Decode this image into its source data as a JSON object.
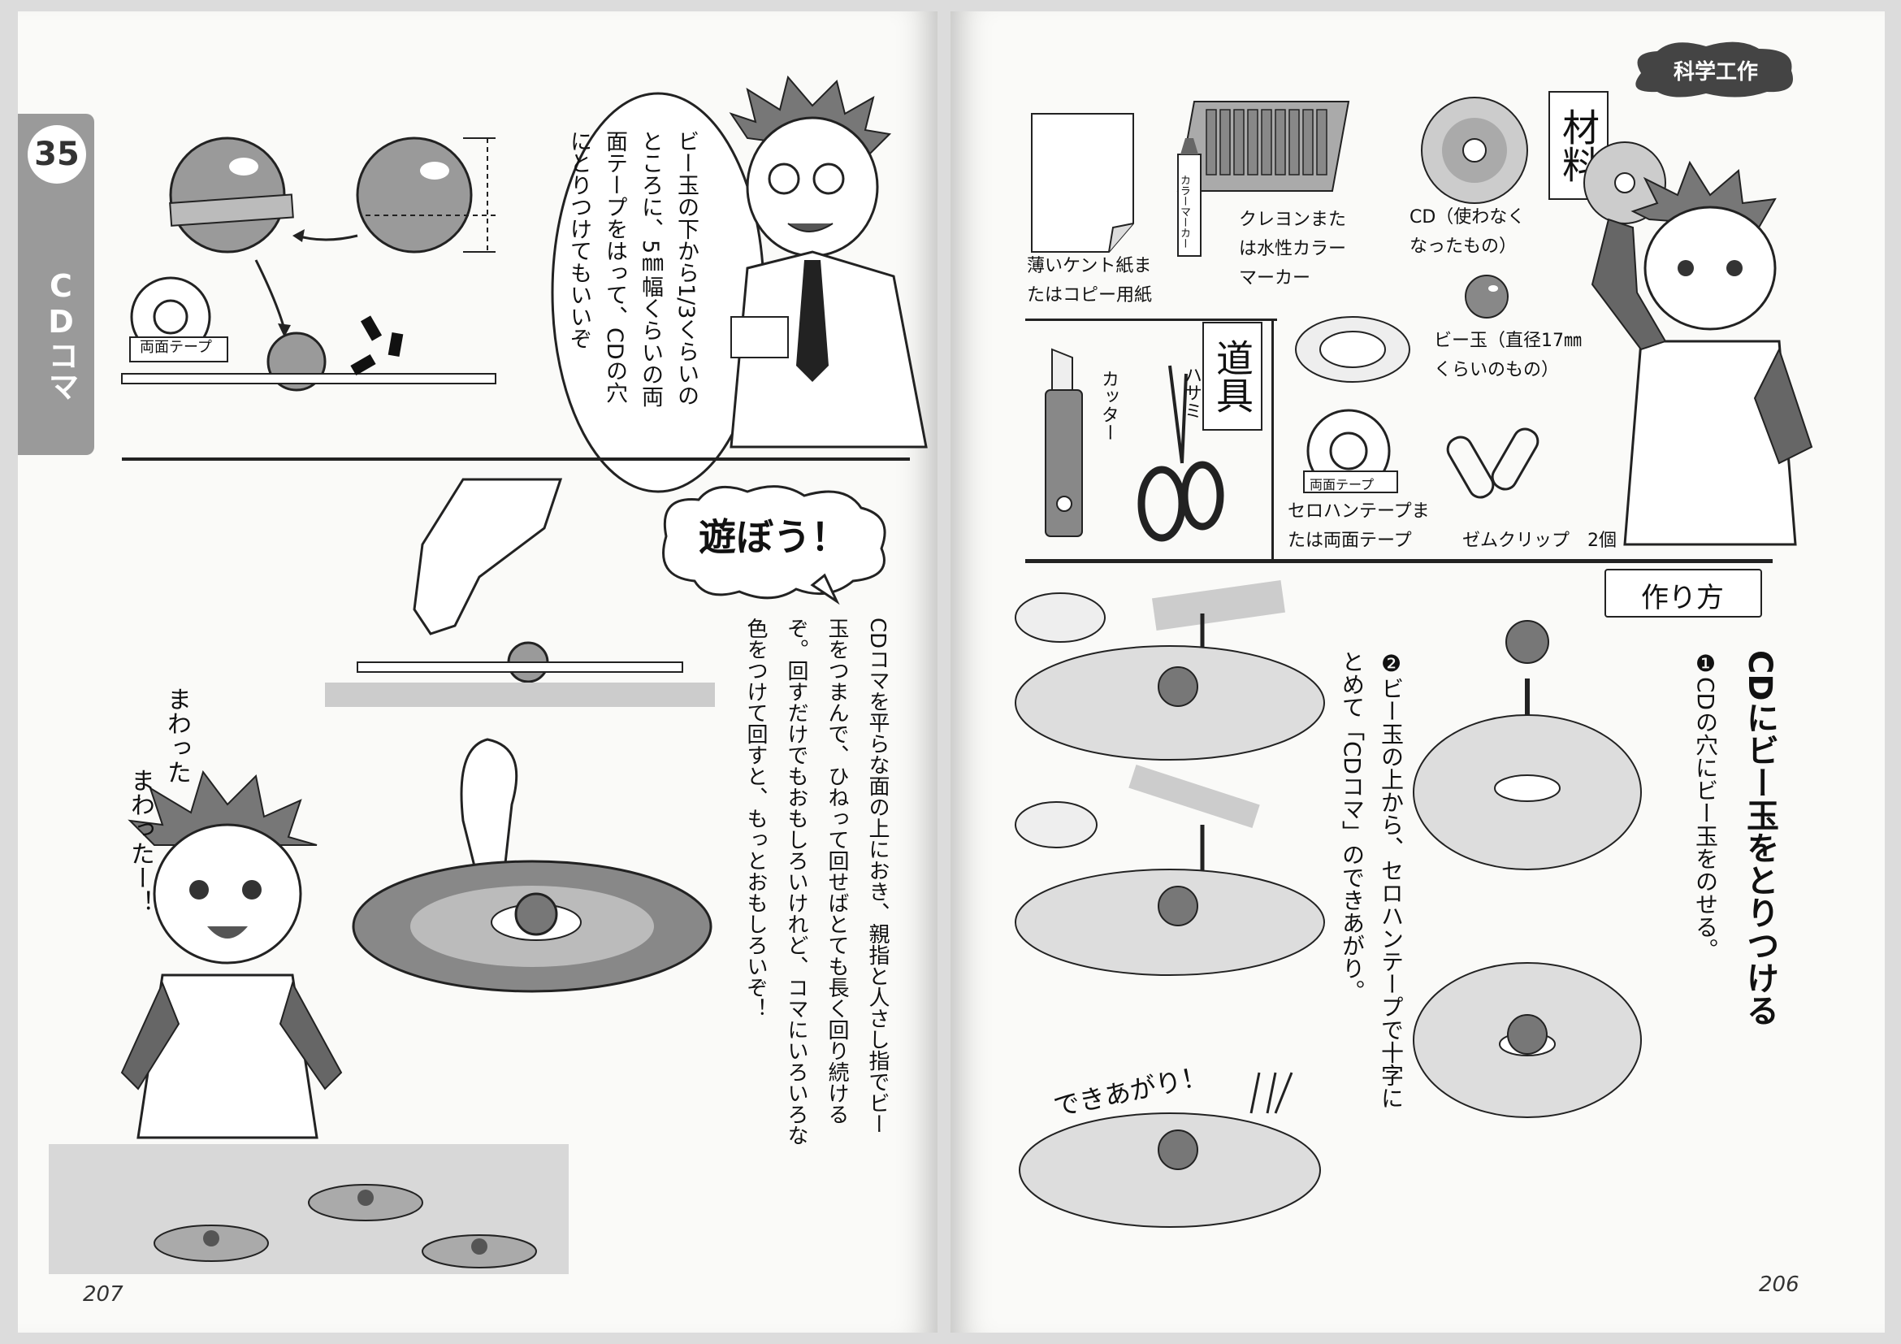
{
  "left_page": {
    "tab_number": "35",
    "tab_title": "CDコマ",
    "speech_bubble": [
      "ビー玉の下から1/3くらいの",
      "ところに、5㎜幅くらいの両",
      "面テープをはって、CDの穴",
      "にとりつけてもいいぞ"
    ],
    "tape_label": "両面テープ",
    "play_label": "遊ぼう！",
    "play_text": [
      "CDコマを平らな面の上におき、親指と人さし指でビー",
      "玉をつまんで、ひねって回せばとても長く回り続ける",
      "ぞ。回すだけでもおもしろいけれど、コマにいろいろな",
      "色をつけて回すと、もっとおもしろいぞ！"
    ],
    "boy_exclaim": [
      "まわった",
      "まわったー！"
    ],
    "page_number": "207"
  },
  "right_page": {
    "corner_badge": "科学工作",
    "materials_head": "材料",
    "tools_head": "道具",
    "materials": [
      {
        "name": "paper",
        "label": [
          "薄いケント紙ま",
          "たはコピー用紙"
        ]
      },
      {
        "name": "crayons",
        "label": [
          "クレヨンまた",
          "は水性カラー",
          "マーカー"
        ]
      },
      {
        "name": "cd",
        "label": [
          "CD（使わなく",
          "なったもの）"
        ]
      },
      {
        "name": "marble",
        "label": [
          "ビー玉（直径17㎜",
          "くらいのもの）"
        ]
      },
      {
        "name": "tape",
        "label": [
          "セロハンテープま",
          "たは両面テープ"
        ]
      },
      {
        "name": "clips",
        "label": [
          "ゼムクリップ　2個"
        ]
      }
    ],
    "tools": [
      {
        "name": "cutter",
        "label": "カッター"
      },
      {
        "name": "scissors",
        "label": "ハサミ"
      }
    ],
    "marker_label": "カラーマーカー",
    "tape_label": "両面テープ",
    "howto_sign": "作り方",
    "step_title": "CDにビー玉をとりつける",
    "step1": "❶CDの穴にビー玉をのせる。",
    "step2": [
      "❷ビー玉の上から、セロハンテープで十字に",
      "とめて「CDコマ」のできあがり。"
    ],
    "done_label": "できあがり！",
    "page_number": "206"
  }
}
